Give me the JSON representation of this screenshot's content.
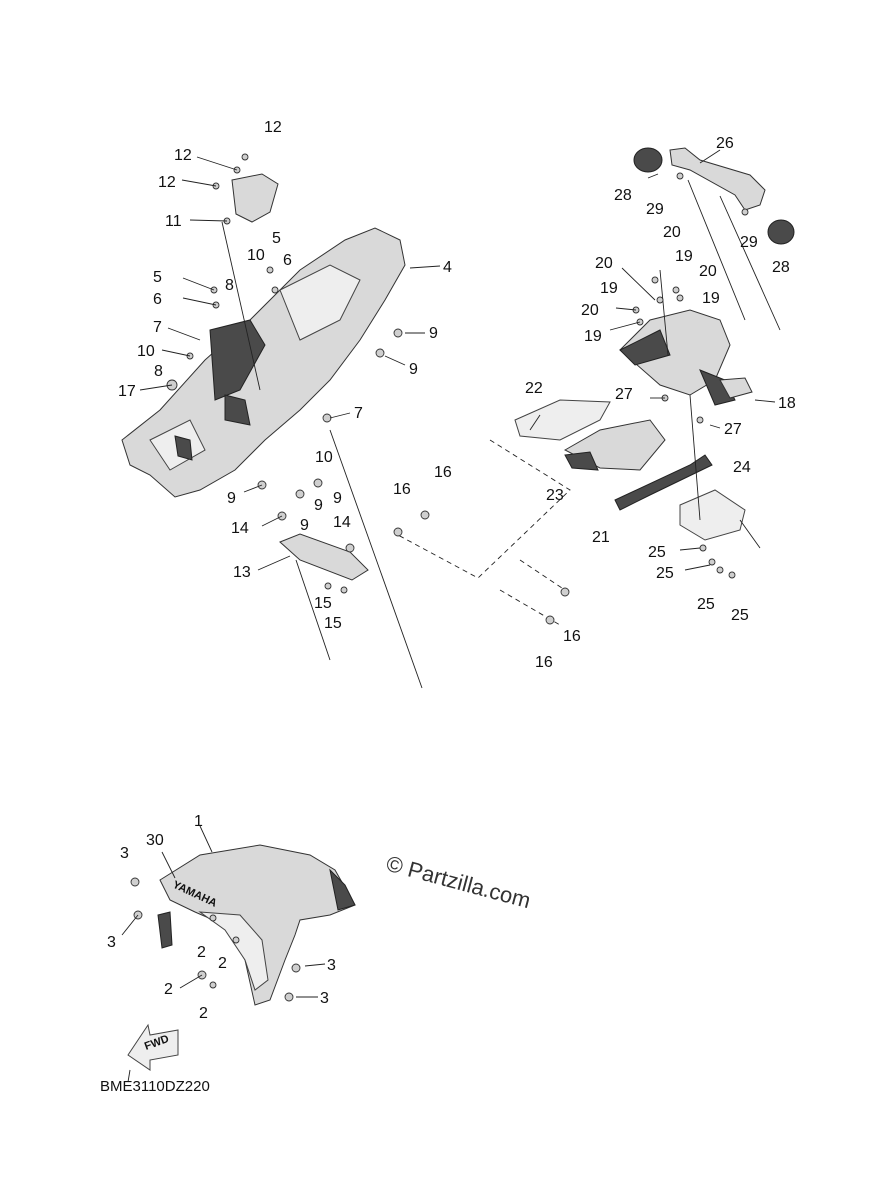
{
  "watermark": "© Partzilla.com",
  "diagram_code": "BME3110DZ220",
  "fwd_label": "FWD",
  "brand_label": "YAMAHA",
  "callouts": [
    "12",
    "12",
    "12",
    "11",
    "5",
    "10",
    "6",
    "4",
    "5",
    "8",
    "6",
    "9",
    "7",
    "10",
    "8",
    "9",
    "17",
    "7",
    "10",
    "9",
    "9",
    "9",
    "9",
    "14",
    "14",
    "13",
    "15",
    "15",
    "26",
    "28",
    "29",
    "29",
    "28",
    "20",
    "19",
    "20",
    "20",
    "19",
    "19",
    "20",
    "19",
    "22",
    "27",
    "18",
    "27",
    "16",
    "16",
    "23",
    "24",
    "21",
    "25",
    "25",
    "25",
    "25",
    "16",
    "16",
    "1",
    "30",
    "3",
    "3",
    "2",
    "2",
    "3",
    "2",
    "3",
    "2"
  ]
}
